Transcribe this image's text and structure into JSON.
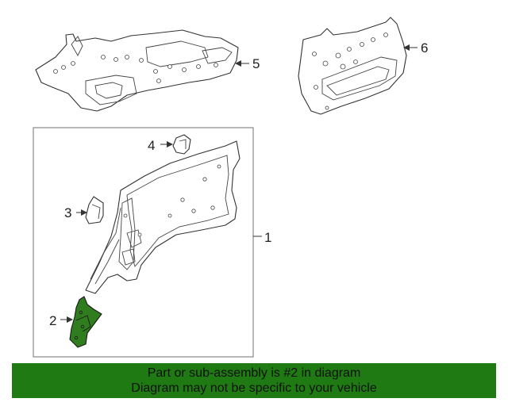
{
  "callouts": {
    "c1": "1",
    "c2": "2",
    "c3": "3",
    "c4": "4",
    "c5": "5",
    "c6": "6"
  },
  "banner": {
    "line1": "Part or sub-assembly is #2 in diagram",
    "line2": "Diagram may not be specific to your vehicle",
    "color": "#1f7a13"
  },
  "colors": {
    "highlight_part": "#2f7d1e",
    "line": "#333333"
  }
}
